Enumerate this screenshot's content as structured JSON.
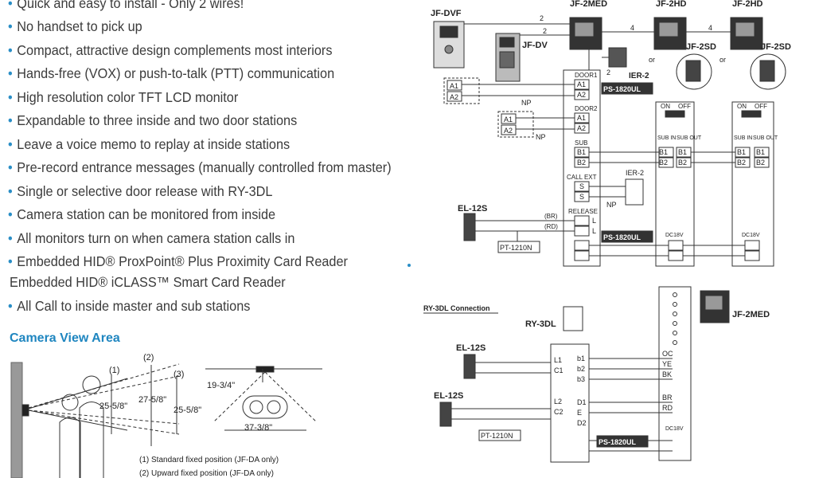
{
  "features": [
    "Quick and easy to install - Only 2 wires!",
    "No handset to pick up",
    "Compact, attractive design complements most interiors",
    "Hands-free (VOX) or push-to-talk (PTT) communication",
    "High resolution color TFT LCD monitor",
    "Expandable to three inside and two door stations",
    "Leave a voice memo to replay at inside stations",
    "Pre-record entrance messages (manually controlled from master)",
    "Single or selective door release with RY-3DL",
    "Camera station can be monitored from inside",
    "All monitors turn on when camera station calls in"
  ],
  "reader_line1": "Embedded HID® ProxPoint® Plus Proximity Card Reader",
  "reader_line2": "Embedded HID® iCLASS™ Smart Card Reader",
  "all_call": "All Call to inside master and sub stations",
  "camera_view": {
    "title": "Camera View Area",
    "pos1": "(1)",
    "pos2": "(2)",
    "pos3": "(3)",
    "dim_a": "25-5/8\"",
    "dim_b": "27-5/8\"",
    "dim_c": "25-5/8\"",
    "dim_d": "19-3/4\"",
    "dim_e": "37-3/8\"",
    "note1": "(1) Standard fixed position (JF-DA only)",
    "note2": "(2) Upward fixed position (JF-DA only)"
  },
  "wiring": {
    "jf_dvf": "JF-DVF",
    "jf_dv": "JF-DV",
    "jf_2med": "JF-2MED",
    "jf_2hd_1": "JF-2HD",
    "jf_2hd_2": "JF-2HD",
    "jf_2sd_1": "JF-2SD",
    "jf_2sd_2": "JF-2SD",
    "ier2": "IER-2",
    "ier2_b": "IER-2",
    "ps1": "PS-1820UL",
    "ps2": "PS-1820UL",
    "ps3": "PS-1820UL",
    "el12s": "EL-12S",
    "pt1210n": "PT-1210N",
    "door1": "DOOR1",
    "door2": "DOOR2",
    "sub": "SUB",
    "call_ext": "CALL EXT",
    "release": "RELEASE",
    "a1": "A1",
    "a2": "A2",
    "b1": "B1",
    "b2": "B2",
    "s": "S",
    "l": "L",
    "np": "NP",
    "br": "(BR)",
    "rd": "(RD)",
    "on": "ON",
    "off": "OFF",
    "sub_in": "SUB IN",
    "sub_out": "SUB OUT",
    "dc18v": "DC18V",
    "n2": "2",
    "n4": "4",
    "or": "or"
  },
  "ry": {
    "title": "RY-3DL Connection",
    "ry3dl": "RY-3DL",
    "jf_2med": "JF-2MED",
    "el12s_1": "EL-12S",
    "el12s_2": "EL-12S",
    "pt1210n": "PT-1210N",
    "ps": "PS-1820UL",
    "l1": "L1",
    "c1": "C1",
    "l2": "L2",
    "c2": "C2",
    "b1": "b1",
    "b2": "b2",
    "b3": "b3",
    "d1": "D1",
    "e": "E",
    "d2": "D2",
    "oc": "OC",
    "ye": "YE",
    "bk": "BK",
    "br": "BR",
    "rd": "RD",
    "dc18v": "DC18V"
  }
}
